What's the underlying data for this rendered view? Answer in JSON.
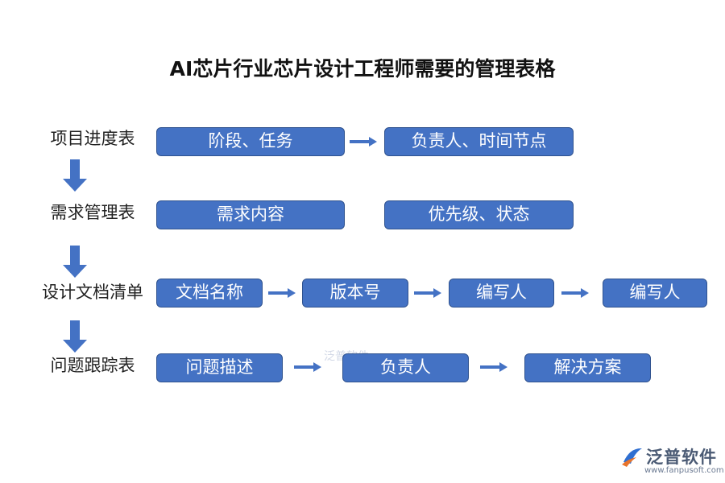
{
  "title": "AI芯片行业芯片设计工程师需要的管理表格",
  "rows": [
    {
      "label": "项目进度表",
      "boxes": [
        "阶段、任务",
        "负责人、时间节点"
      ]
    },
    {
      "label": "需求管理表",
      "boxes": [
        "需求内容",
        "优先级、状态"
      ]
    },
    {
      "label": "设计文档清单",
      "boxes": [
        "文档名称",
        "版本号",
        "编写人",
        "编写人"
      ]
    },
    {
      "label": "问题跟踪表",
      "boxes": [
        "问题描述",
        "负责人",
        "解决方案"
      ]
    }
  ],
  "watermark": "泛普软件",
  "brand": {
    "name": "泛普软件",
    "url": "www.fanpusoft.com"
  },
  "colors": {
    "box_fill": "#4472c4",
    "box_border": "#2f528f",
    "arrow": "#4472c4"
  }
}
